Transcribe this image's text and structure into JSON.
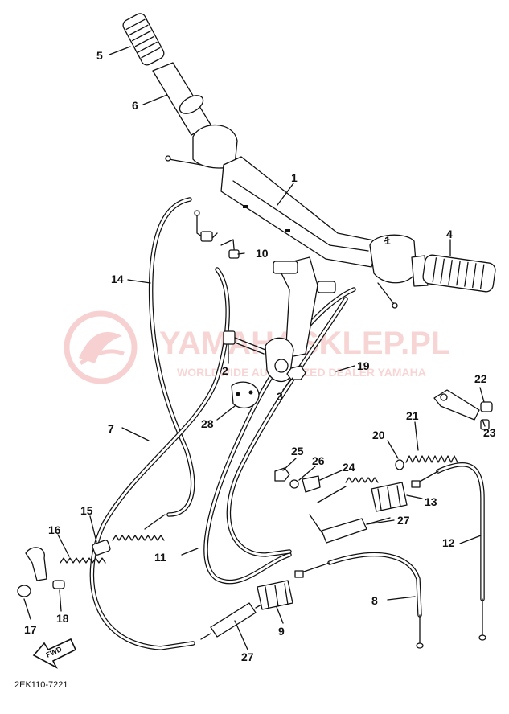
{
  "diagram": {
    "drawing_code": "2EK110-7221",
    "fwd_label": "FWD",
    "watermark": {
      "site": "YAMAHASKLEP.PL",
      "tagline": "WORLDWIDE AUTHORIZED DEALER YAMAHA"
    },
    "callouts": [
      "1",
      "1",
      "2",
      "3",
      "4",
      "5",
      "6",
      "7",
      "8",
      "9",
      "10",
      "11",
      "12",
      "13",
      "14",
      "15",
      "16",
      "17",
      "18",
      "19",
      "20",
      "21",
      "22",
      "23",
      "24",
      "25",
      "26",
      "27",
      "27",
      "28"
    ]
  }
}
